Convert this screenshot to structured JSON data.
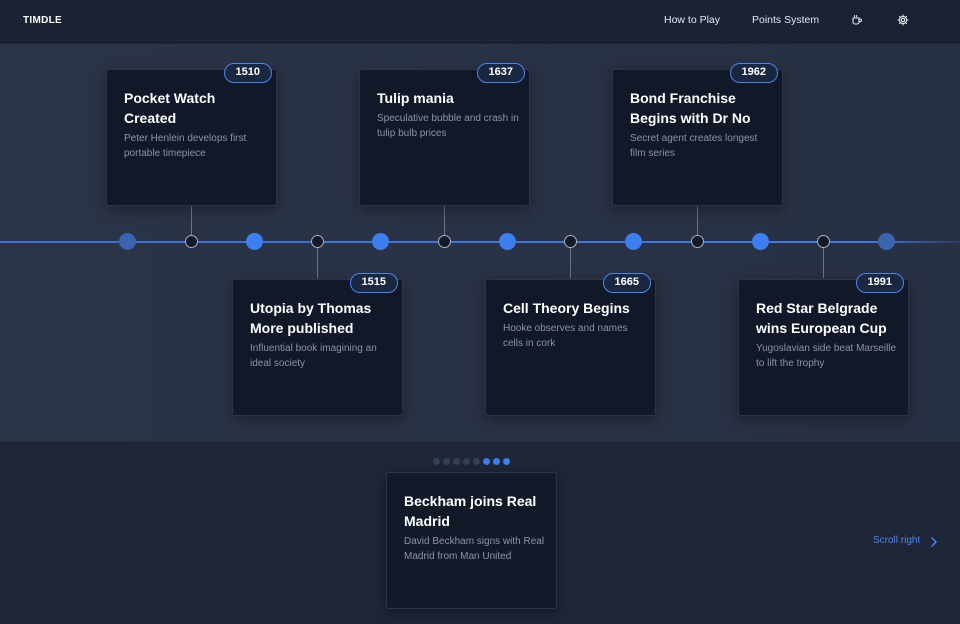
{
  "header": {
    "logo": "TIMDLE",
    "nav": {
      "how_to_play": "How to Play",
      "points_system": "Points System"
    },
    "icons": [
      "coffee-icon",
      "settings-icon"
    ]
  },
  "timeline": {
    "cards_top": [
      {
        "year": "1510",
        "title": "Pocket Watch Created",
        "desc": "Peter Henlein develops first portable timepiece"
      },
      {
        "year": "1637",
        "title": "Tulip mania",
        "desc": "Speculative bubble and crash in tulip bulb prices"
      },
      {
        "year": "1962",
        "title": "Bond Franchise Begins with Dr No",
        "desc": "Secret agent creates longest film series"
      }
    ],
    "cards_bottom": [
      {
        "year": "1515",
        "title": "Utopia by Thomas More published",
        "desc": "Influential book imagining an ideal society"
      },
      {
        "year": "1665",
        "title": "Cell Theory Begins",
        "desc": "Hooke observes and names cells in cork"
      },
      {
        "year": "1991",
        "title": "Red Star Belgrade wins European Cup",
        "desc": "Yugoslavian side beat Marseille to lift the trophy"
      }
    ]
  },
  "current_card": {
    "title": "Beckham joins Real Madrid",
    "desc": "David Beckham signs with Real Madrid from Man United"
  },
  "pager": {
    "total": 8,
    "active_from": 6
  },
  "scroll": {
    "label": "Scroll right"
  },
  "colors": {
    "accent": "#3d7ef0",
    "card_bg": "#111828",
    "page_bg": "#1e2638"
  }
}
